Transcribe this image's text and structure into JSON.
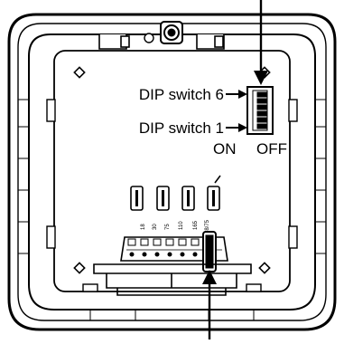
{
  "callouts": {
    "dip_switch_6": "DIP switch 6",
    "dip_switch_1": "DIP switch 1",
    "on": "ON",
    "off": "OFF"
  },
  "terminal_labels": [
    "18",
    "30",
    "75",
    "110",
    "165",
    "18/75"
  ],
  "colors": {
    "line": "#000000",
    "background": "#ffffff"
  }
}
